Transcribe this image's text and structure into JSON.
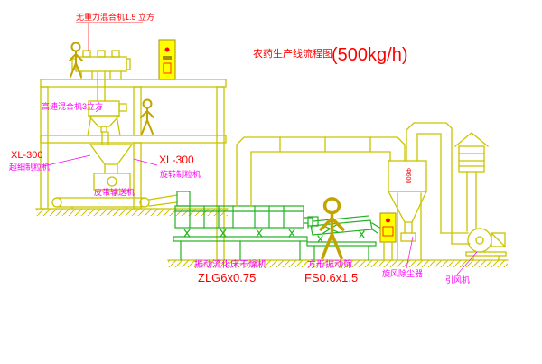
{
  "colors": {
    "background": "#ffffff",
    "structure_yellow": "#c9c400",
    "equipment_green": "#22b222",
    "label_red": "#ff0000",
    "label_magenta": "#ff00ff",
    "cabinet_yellow": "#ffff00"
  },
  "title": {
    "text": "农药生产线流程图",
    "capacity": "(500kg/h)"
  },
  "labels": {
    "gravity_mixer": "无重力混合机1.5 立方",
    "high_speed_mixer": "高速混合机3立方",
    "granulator_left_model": "XL-300",
    "granulator_left_name": "超细制粒机",
    "granulator_mid_model": "XL-300",
    "granulator_mid_name": "旋转制粒机",
    "belt_conveyor": "皮带输送机",
    "dryer_name": "振动流化床干燥机",
    "dryer_model": "ZLG6x0.75",
    "screen_name": "方形振动筛",
    "screen_model": "FS0.6x1.5",
    "cyclone": "旋风除尘器",
    "cyclone_size": "Φ600",
    "fan": "引风机"
  }
}
